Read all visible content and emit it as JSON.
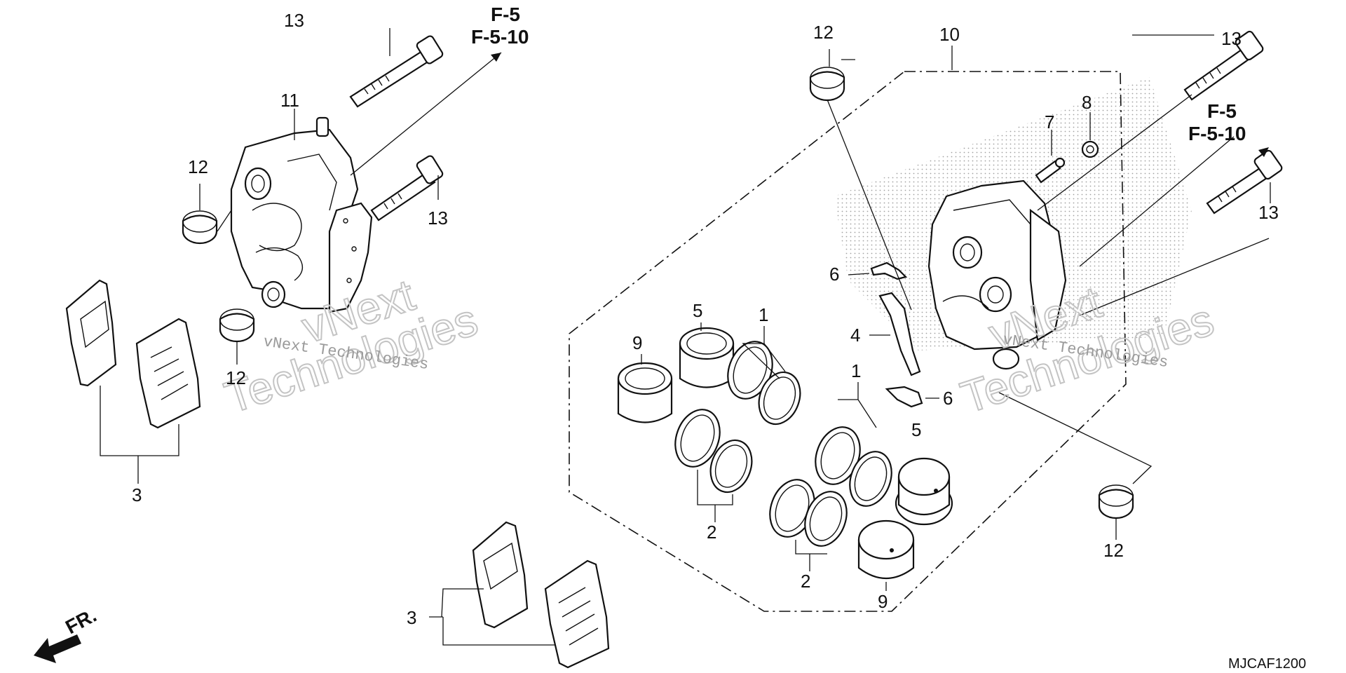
{
  "diagram": {
    "callouts": {
      "c1a": "1",
      "c1b": "1",
      "c2a": "2",
      "c2b": "2",
      "c3a": "3",
      "c3b": "3",
      "c4": "4",
      "c5a": "5",
      "c5b": "5",
      "c6a": "6",
      "c6b": "6",
      "c7": "7",
      "c8": "8",
      "c9a": "9",
      "c9b": "9",
      "c10": "10",
      "c11": "11",
      "c12a": "12",
      "c12b": "12",
      "c12c": "12",
      "c12d": "12",
      "c13a": "13",
      "c13b": "13",
      "c13c": "13",
      "c13d": "13"
    },
    "references": {
      "left_line1": "F-5",
      "left_line2": "F-5-10",
      "right_line1": "F-5",
      "right_line2": "F-5-10"
    },
    "front_marker": "FR.",
    "diagram_code": "MJCAF1200",
    "watermark": {
      "line1": "vNext",
      "line2": "Technologies",
      "small": "vNext Technologies"
    }
  }
}
